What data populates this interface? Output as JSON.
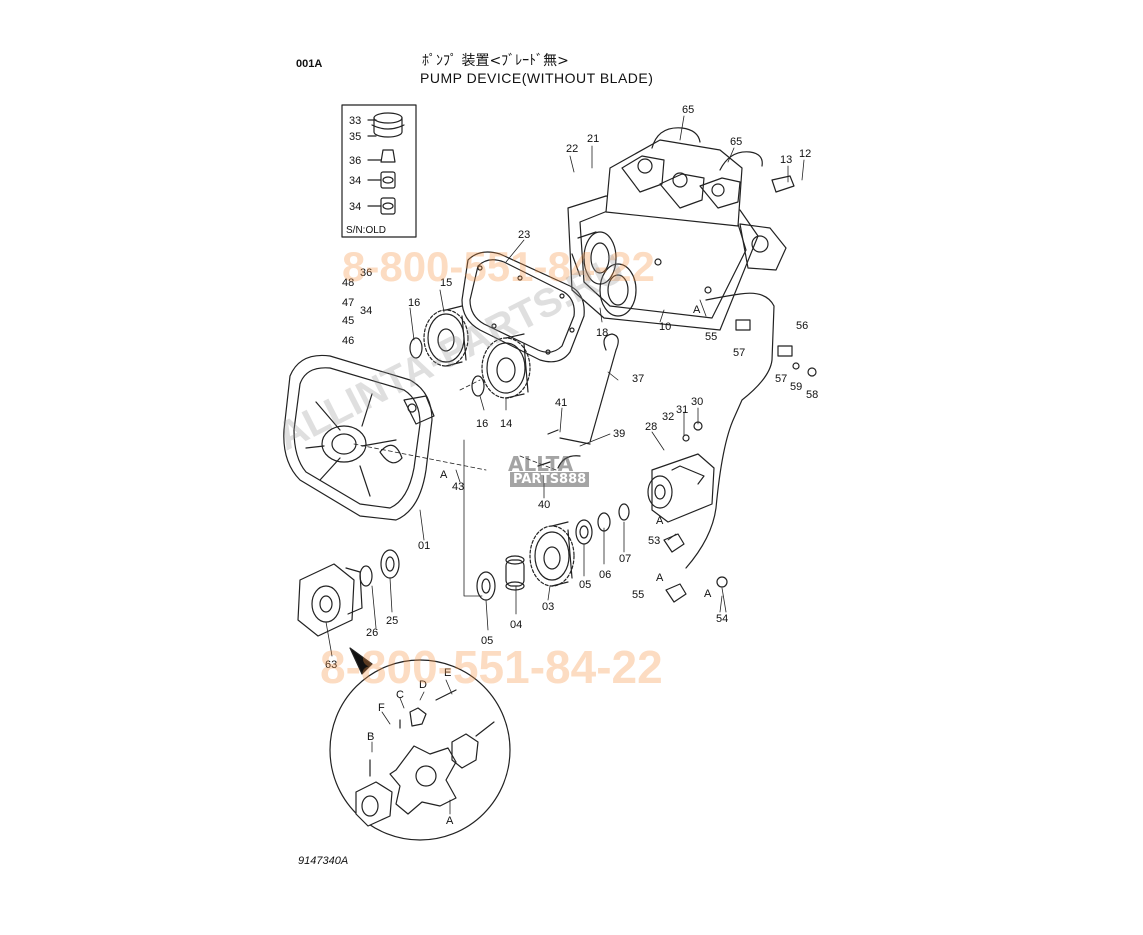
{
  "header": {
    "code": "001A",
    "title_jp": "ﾎﾟﾝﾌﾟ 装置<ﾌﾞﾚｰﾄﾞ無>",
    "title_en": "PUMP DEVICE(WITHOUT BLADE)"
  },
  "footer": {
    "drawing_no": "9147340A"
  },
  "inset": {
    "label": "S/N:OLD"
  },
  "watermarks": {
    "phone_top": "8-800-551-84-22",
    "phone_bottom": "8-800-551-84-22",
    "site": "ALLINTA-PARTS.RU",
    "logo_top": "ALLTA",
    "logo_bottom": "PARTS888"
  },
  "callouts": [
    {
      "id": "c65a",
      "text": "65"
    },
    {
      "id": "c65b",
      "text": "65"
    },
    {
      "id": "c21",
      "text": "21"
    },
    {
      "id": "c22",
      "text": "22"
    },
    {
      "id": "c13",
      "text": "13"
    },
    {
      "id": "c12",
      "text": "12"
    },
    {
      "id": "c23",
      "text": "23"
    },
    {
      "id": "c33",
      "text": "33"
    },
    {
      "id": "c35",
      "text": "35"
    },
    {
      "id": "c36a",
      "text": "36"
    },
    {
      "id": "c34a",
      "text": "34"
    },
    {
      "id": "c34b",
      "text": "34"
    },
    {
      "id": "c36b",
      "text": "36"
    },
    {
      "id": "c48",
      "text": "48"
    },
    {
      "id": "c47",
      "text": "47"
    },
    {
      "id": "c45",
      "text": "45"
    },
    {
      "id": "c46",
      "text": "46"
    },
    {
      "id": "c34c",
      "text": "34"
    },
    {
      "id": "c15",
      "text": "15"
    },
    {
      "id": "c16a",
      "text": "16"
    },
    {
      "id": "c18",
      "text": "18"
    },
    {
      "id": "c10",
      "text": "10"
    },
    {
      "id": "cA1",
      "text": "A"
    },
    {
      "id": "c55a",
      "text": "55"
    },
    {
      "id": "c56",
      "text": "56"
    },
    {
      "id": "c57a",
      "text": "57"
    },
    {
      "id": "c57b",
      "text": "57"
    },
    {
      "id": "c59",
      "text": "59"
    },
    {
      "id": "c58",
      "text": "58"
    },
    {
      "id": "c37",
      "text": "37"
    },
    {
      "id": "c14",
      "text": "14"
    },
    {
      "id": "c16b",
      "text": "16"
    },
    {
      "id": "c41",
      "text": "41"
    },
    {
      "id": "c39",
      "text": "39"
    },
    {
      "id": "c32",
      "text": "32"
    },
    {
      "id": "c31",
      "text": "31"
    },
    {
      "id": "c30",
      "text": "30"
    },
    {
      "id": "c28",
      "text": "28"
    },
    {
      "id": "cA2",
      "text": "A"
    },
    {
      "id": "c43",
      "text": "43"
    },
    {
      "id": "c40",
      "text": "40"
    },
    {
      "id": "cA3",
      "text": "A"
    },
    {
      "id": "c01",
      "text": "01"
    },
    {
      "id": "c53",
      "text": "53"
    },
    {
      "id": "c07",
      "text": "07"
    },
    {
      "id": "c06",
      "text": "06"
    },
    {
      "id": "c05a",
      "text": "05"
    },
    {
      "id": "c03",
      "text": "03"
    },
    {
      "id": "c04",
      "text": "04"
    },
    {
      "id": "c05b",
      "text": "05"
    },
    {
      "id": "cA4",
      "text": "A"
    },
    {
      "id": "c55b",
      "text": "55"
    },
    {
      "id": "cA5",
      "text": "A"
    },
    {
      "id": "c54",
      "text": "54"
    },
    {
      "id": "c26",
      "text": "26"
    },
    {
      "id": "c25",
      "text": "25"
    },
    {
      "id": "c63",
      "text": "63"
    },
    {
      "id": "cE",
      "text": "E"
    },
    {
      "id": "cD",
      "text": "D"
    },
    {
      "id": "cC",
      "text": "C"
    },
    {
      "id": "cF",
      "text": "F"
    },
    {
      "id": "cB",
      "text": "B"
    },
    {
      "id": "cA6",
      "text": "A"
    }
  ]
}
